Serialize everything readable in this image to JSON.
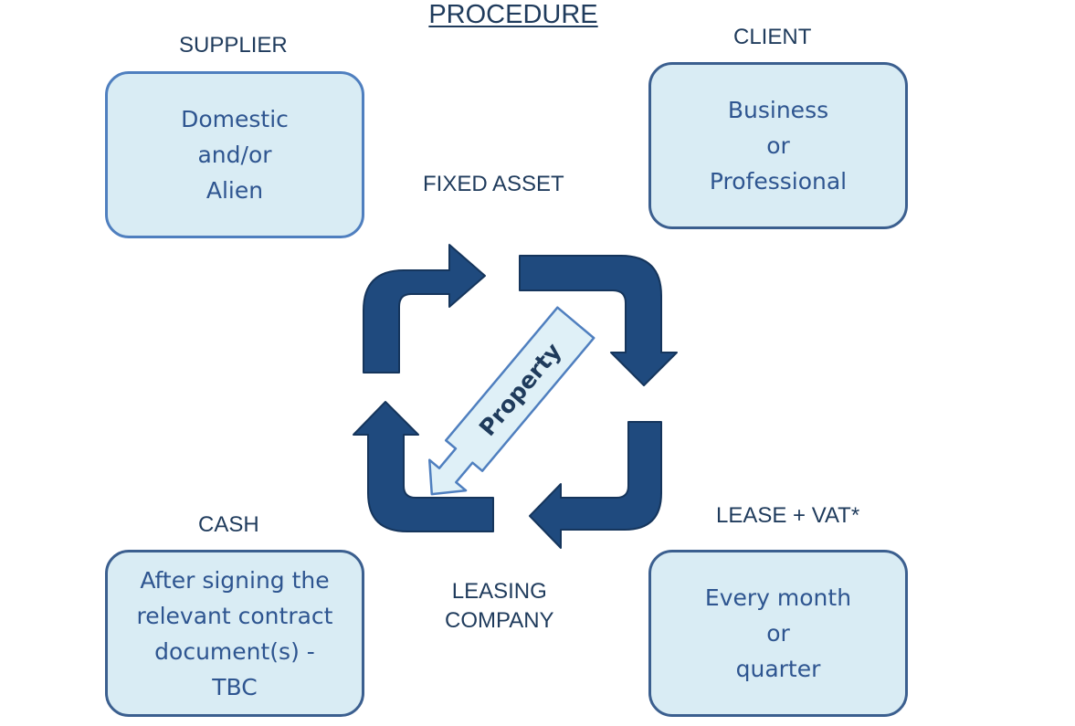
{
  "title": "PROCEDURE",
  "nodes": {
    "supplier": {
      "heading": "SUPPLIER",
      "lines": [
        "Domestic",
        "and/or",
        "Alien"
      ]
    },
    "client": {
      "heading": "CLIENT",
      "lines": [
        "Business",
        "or",
        "Professional"
      ]
    },
    "cash": {
      "heading": "CASH",
      "lines": [
        "After signing the",
        "relevant contract",
        "document(s) -",
        "TBC"
      ]
    },
    "lease": {
      "heading": "LEASE + VAT*",
      "lines": [
        "Every month",
        "or",
        "quarter"
      ]
    }
  },
  "center": {
    "top_label": "FIXED ASSET",
    "bottom_label_lines": [
      "LEASING",
      "COMPANY"
    ],
    "arrow_label": "Property"
  },
  "colors": {
    "cycle_arrow": "#1f4a7e",
    "box_fill": "#d9ecf4",
    "box_border": "#4f7fbf",
    "property_fill": "#dff0f7"
  }
}
